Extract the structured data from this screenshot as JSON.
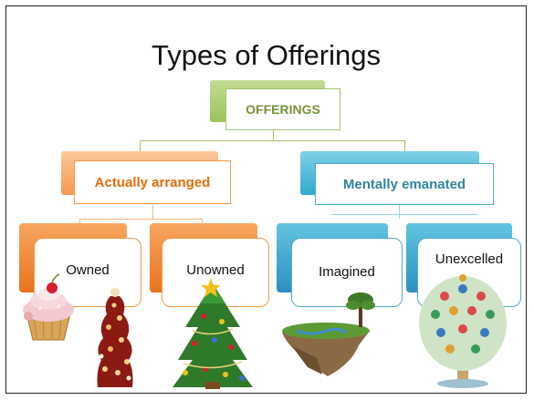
{
  "slide": {
    "title": "Types of Offerings",
    "root": {
      "label": "OFFERINGS",
      "color": "#76923c",
      "tab_color": "#a3c46c"
    },
    "branches": [
      {
        "label": "Actually arranged",
        "color": "#e36c09",
        "tab_color": "#f79646",
        "children": [
          {
            "label": "Owned",
            "picture": "cupcake-and-sweet-tower"
          },
          {
            "label": "Unowned",
            "picture": "christmas-tree"
          }
        ]
      },
      {
        "label": "Mentally emanated",
        "color": "#31849b",
        "tab_color": "#4bacc6",
        "children": [
          {
            "label": "Imagined",
            "picture": "floating-island-with-tree"
          },
          {
            "label": "Unexcelled",
            "picture": "jeweled-wish-fulfilling-tree"
          }
        ]
      }
    ]
  }
}
